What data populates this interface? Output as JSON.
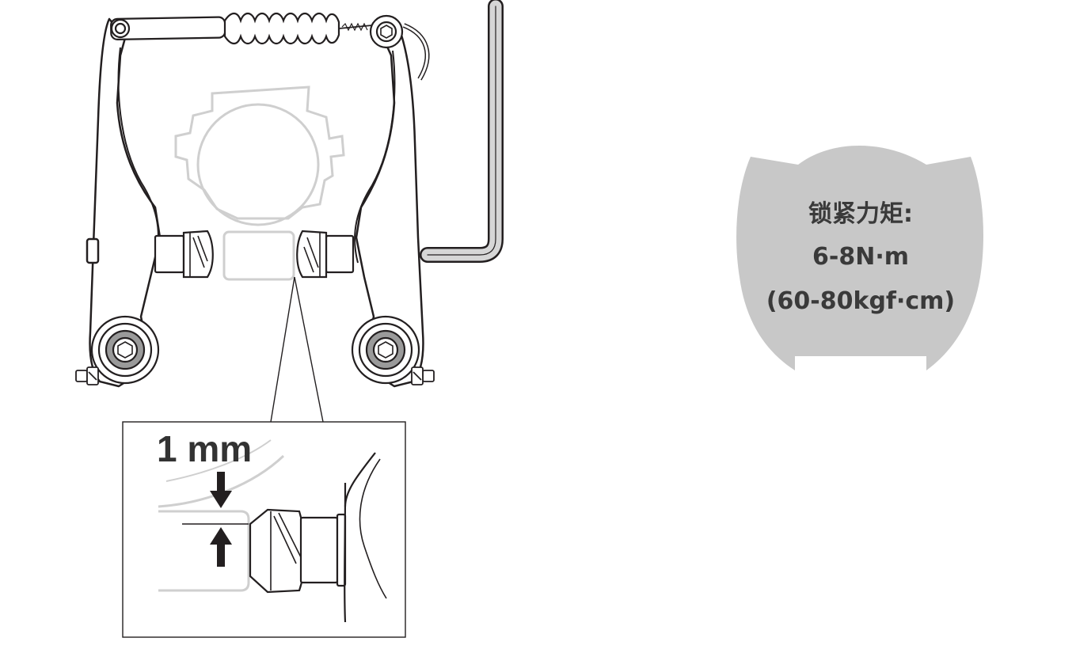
{
  "gap_label": "1 mm",
  "torque": {
    "line1": "锁紧力矩:",
    "line2": "6-8N·m",
    "line3": "(60-80kgf·cm)"
  },
  "colors": {
    "line": "#231f20",
    "ghost": "#cfcfcf",
    "badge": "#c8c8c8",
    "text": "#3a3a3a"
  }
}
